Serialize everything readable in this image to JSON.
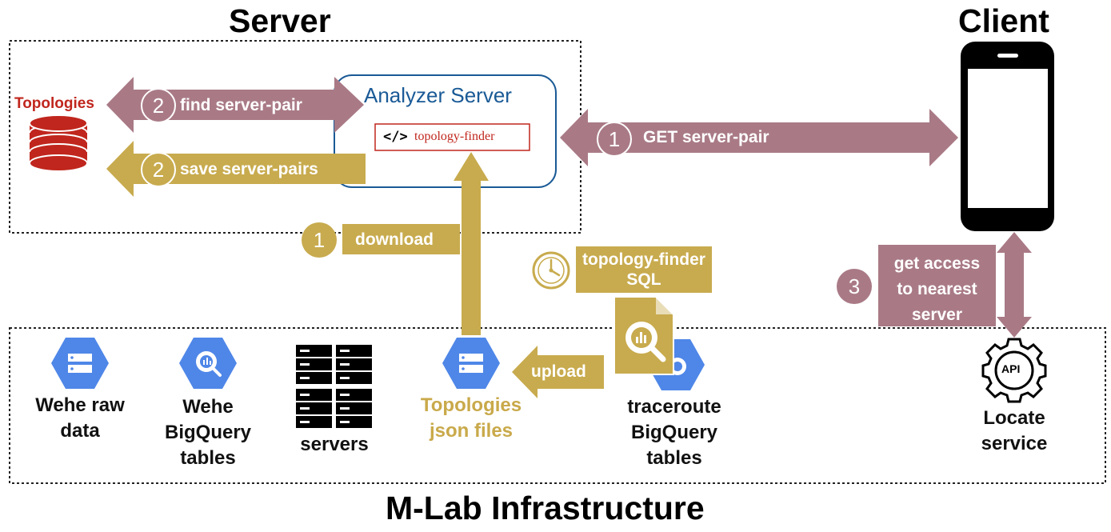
{
  "titles": {
    "server": "Server",
    "client": "Client",
    "infra": "M-Lab Infrastructure"
  },
  "server_box": {
    "topologies_label": "Topologies",
    "analyzer_title": "Analyzer Server",
    "finder_label": "topology-finder",
    "code_icon": "</>"
  },
  "flows": [
    {
      "step": "2",
      "label": "find server-pair",
      "color": "#a97a86"
    },
    {
      "step": "2",
      "label": "save server-pairs",
      "color": "#c8ab4e"
    },
    {
      "step": "1",
      "label": "GET server-pair",
      "color": "#a97a86"
    },
    {
      "step": "1",
      "label": "download",
      "color": "#c8ab4e"
    },
    {
      "step": "3",
      "label_lines": [
        "get access",
        "to nearest",
        "server"
      ],
      "color": "#a97a86"
    },
    {
      "step": "",
      "label": "upload",
      "color": "#c8ab4e"
    }
  ],
  "sql_box": {
    "lines": [
      "topology-finder",
      "SQL"
    ],
    "icon": "clock-icon"
  },
  "infra_items": [
    {
      "name": "wehe-raw-data",
      "lines": [
        "Wehe raw",
        "data"
      ],
      "icon": "storage-hexagon-icon"
    },
    {
      "name": "wehe-bigquery",
      "lines": [
        "Wehe",
        "BigQuery",
        "tables"
      ],
      "icon": "bigquery-hexagon-icon"
    },
    {
      "name": "servers",
      "lines": [
        "servers"
      ],
      "icon": "server-rack-icon"
    },
    {
      "name": "topologies-json",
      "lines": [
        "Topologies",
        "json files"
      ],
      "icon": "storage-hexagon-icon"
    },
    {
      "name": "traceroute-bigquery",
      "lines": [
        "traceroute",
        "BigQuery",
        "tables"
      ],
      "icon": "bigquery-document-icon"
    },
    {
      "name": "locate-service",
      "lines": [
        "Locate",
        "service"
      ],
      "icon": "api-gear-icon"
    }
  ],
  "colors": {
    "mauve": "#a97a86",
    "gold": "#c8ab4e",
    "red": "#c0261d",
    "blue": "#1a5a96",
    "gcp_blue": "#4f87e8"
  }
}
